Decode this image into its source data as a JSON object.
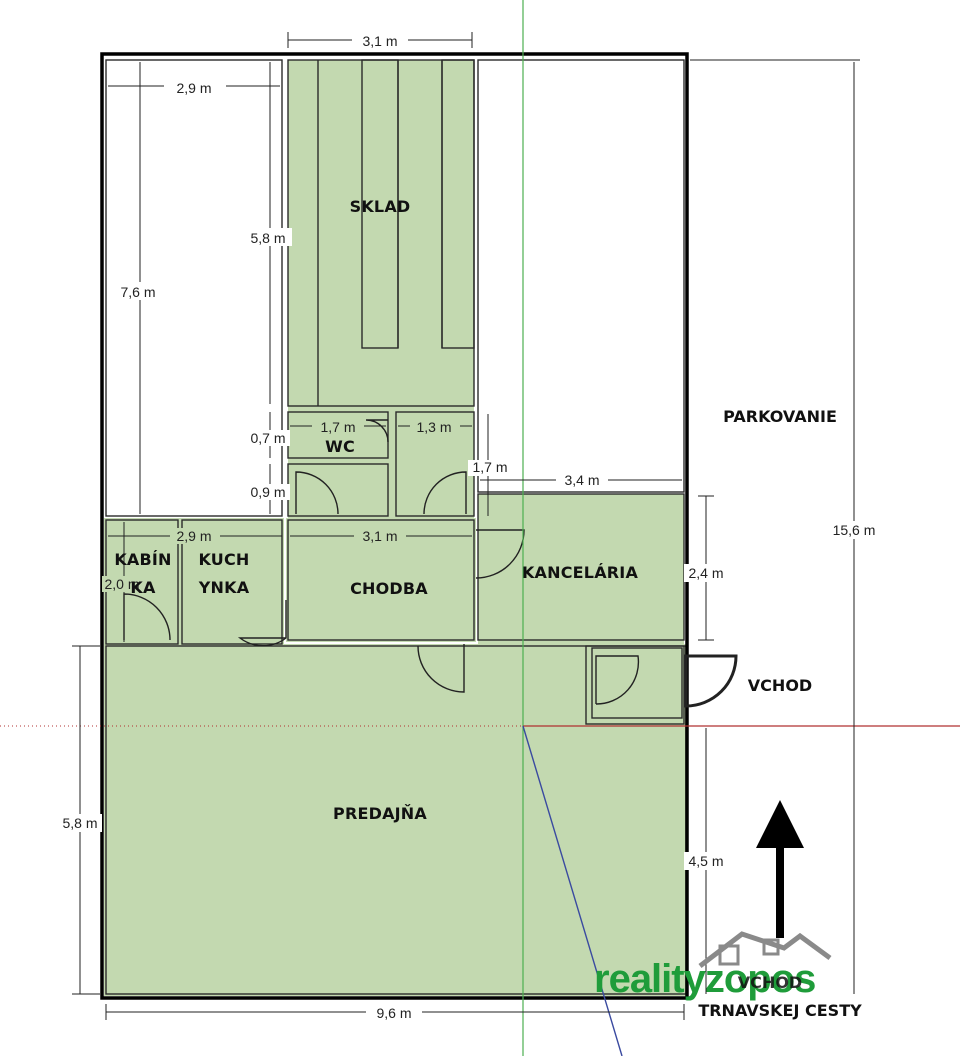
{
  "rooms": {
    "sklad": "SKLAD",
    "wc": "WC",
    "kabinka_1": "KABÍN",
    "kabinka_2": "KA",
    "kuchynka_1": "KUCH",
    "kuchynka_2": "YNKA",
    "chodba": "CHODBA",
    "kancelaria": "KANCELÁRIA",
    "predajna": "PREDAJŇA"
  },
  "outside": {
    "parkovanie": "PARKOVANIE",
    "vchod": "VCHOD",
    "street_1": "VCHOD",
    "street_2": "TRNAVSKEJ CESTY"
  },
  "dimensions": {
    "top_width": "3,1 m",
    "left_room_width": "2,9 m",
    "left_room_height": "7,6 m",
    "sklad_height": "5,8 m",
    "wc_width": "1,7 m",
    "hall_width": "1,3 m",
    "wc_height": "0,7 m",
    "wc2_height": "0,9 m",
    "hall_height": "1,7 m",
    "kancelaria_width": "3,4 m",
    "kuchynka_width": "2,9 m",
    "chodba_width": "3,1 m",
    "kabinka_height": "2,0 m",
    "kancelaria_height": "2,4 m",
    "total_height": "15,6 m",
    "predajna_height": "5,8 m",
    "entrance_height": "4,5 m",
    "total_width": "9,6 m"
  },
  "logo": {
    "text": "realityzopos"
  },
  "colors": {
    "room_fill": "#c3d9b0",
    "logo_green": "#1f9c3a",
    "axis_green": "#4caf50",
    "axis_red": "#b03030",
    "axis_blue": "#3a4aa0"
  },
  "icons": {
    "north_arrow": "arrow-up-icon",
    "logo_house": "house-icon"
  }
}
